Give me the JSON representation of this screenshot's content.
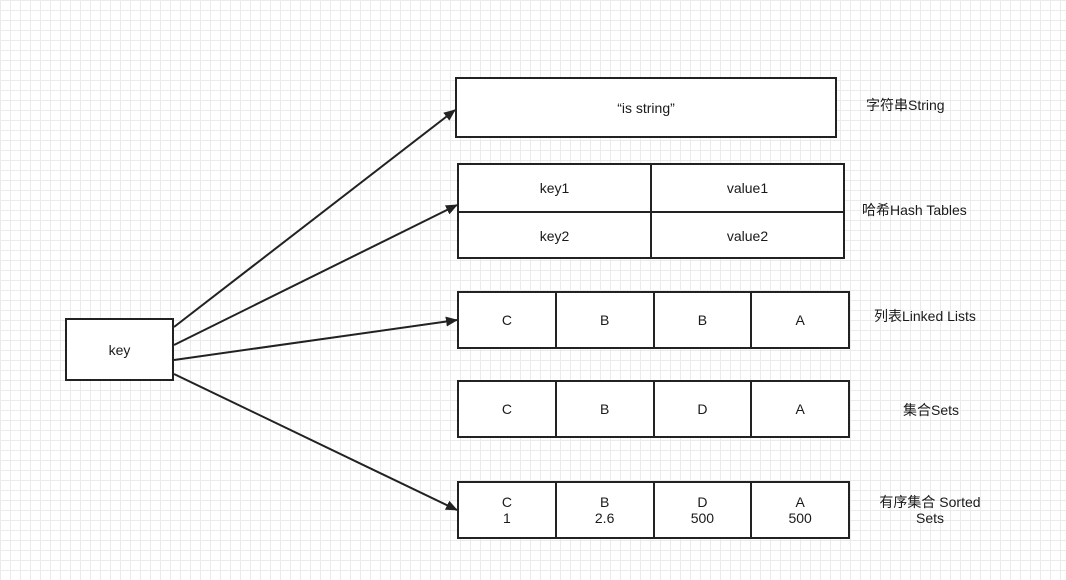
{
  "key_node": "key",
  "string": {
    "value": "“is string”",
    "label": "字符串String"
  },
  "hash": {
    "rows": [
      {
        "key": "key1",
        "value": "value1"
      },
      {
        "key": "key2",
        "value": "value2"
      }
    ],
    "label": "哈希Hash Tables"
  },
  "list": {
    "items": [
      "C",
      "B",
      "B",
      "A"
    ],
    "label": "列表Linked Lists"
  },
  "set": {
    "items": [
      "C",
      "B",
      "D",
      "A"
    ],
    "label": "集合Sets"
  },
  "zset": {
    "items": [
      {
        "member": "C",
        "score": "1"
      },
      {
        "member": "B",
        "score": "2.6"
      },
      {
        "member": "D",
        "score": "500"
      },
      {
        "member": "A",
        "score": "500"
      }
    ],
    "label_line1": "有序集合 Sorted",
    "label_line2": "Sets"
  }
}
